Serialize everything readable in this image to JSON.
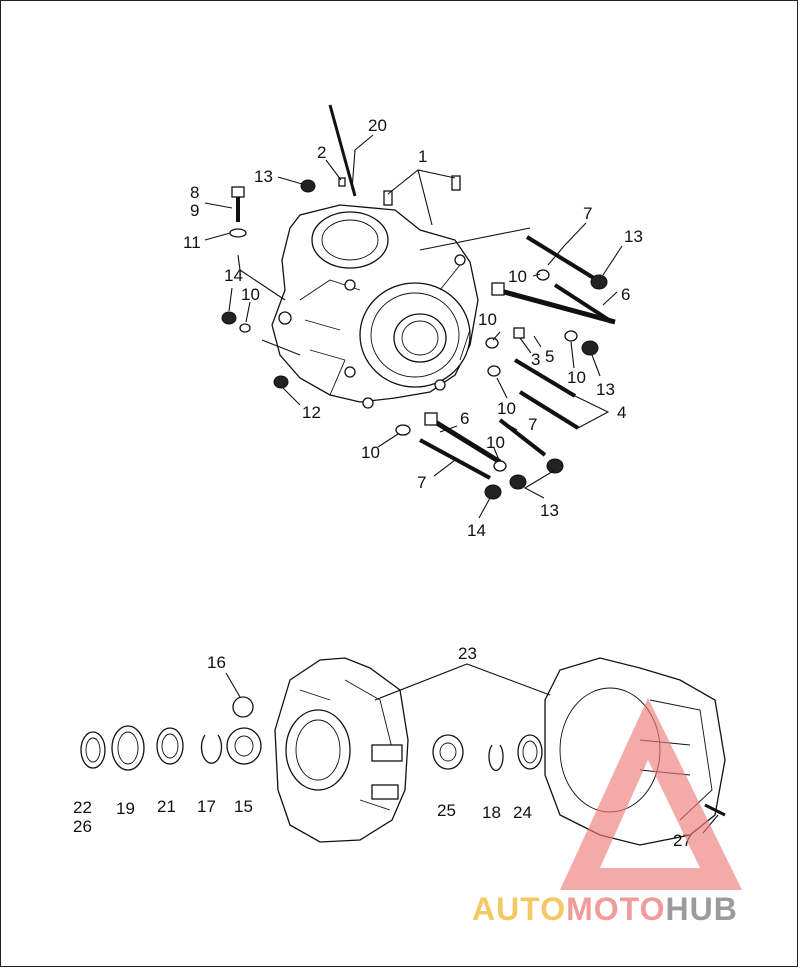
{
  "labels": {
    "l1": "1",
    "l2": "2",
    "l3": "3",
    "l4": "4",
    "l5": "5",
    "l6a": "6",
    "l6b": "6",
    "l7a": "7",
    "l7b": "7",
    "l7c": "7",
    "l8": "8",
    "l9": "9",
    "l10a": "10",
    "l10b": "10",
    "l10c": "10",
    "l10d": "10",
    "l10e": "10",
    "l10f": "10",
    "l10g": "10",
    "l11": "11",
    "l12": "12",
    "l13a": "13",
    "l13b": "13",
    "l13c": "13",
    "l13d": "13",
    "l14a": "14",
    "l14b": "14",
    "l15": "15",
    "l16": "16",
    "l17": "17",
    "l18": "18",
    "l19": "19",
    "l20": "20",
    "l21": "21",
    "l22": "22",
    "l23": "23",
    "l24": "24",
    "l25": "25",
    "l26": "26",
    "l27": "27"
  },
  "watermark": {
    "auto": "AUTO",
    "moto": "MOTO",
    "hub": "HUB",
    "colors": {
      "auto": "#f2c04a",
      "moto": "#f08a8a",
      "hub": "#8a8a8a",
      "triangle": "#f07a7a"
    }
  }
}
